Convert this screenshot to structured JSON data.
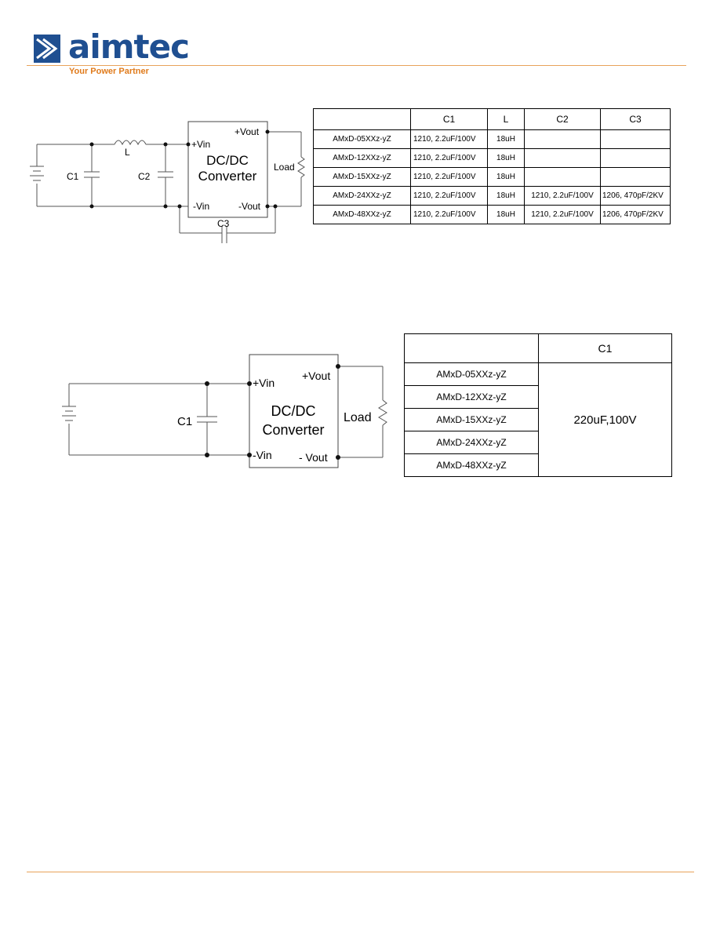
{
  "header": {
    "brand": "aimtec",
    "tagline": "Your Power Partner"
  },
  "colors": {
    "brand_blue": "#1f4f91",
    "accent_orange": "#e07b1c",
    "rule_orange": "#e8a35a"
  },
  "circuit1": {
    "labels": {
      "L": "L",
      "C1": "C1",
      "C2": "C2",
      "C3": "C3",
      "vin_plus": "+Vin",
      "vin_minus": "-Vin",
      "vout_plus": "+Vout",
      "vout_minus": "-Vout",
      "load": "Load",
      "converter_line1": "DC/DC",
      "converter_line2": "Converter"
    }
  },
  "table1": {
    "headers": [
      "",
      "C1",
      "L",
      "C2",
      "C3"
    ],
    "rows": [
      {
        "model": "AMxD-05XXz-yZ",
        "c1": "1210, 2.2uF/100V",
        "l": "18uH",
        "c2": "",
        "c3": ""
      },
      {
        "model": "AMxD-12XXz-yZ",
        "c1": "1210, 2.2uF/100V",
        "l": "18uH",
        "c2": "",
        "c3": ""
      },
      {
        "model": "AMxD-15XXz-yZ",
        "c1": "1210, 2.2uF/100V",
        "l": "18uH",
        "c2": "",
        "c3": ""
      },
      {
        "model": "AMxD-24XXz-yZ",
        "c1": "1210, 2.2uF/100V",
        "l": "18uH",
        "c2": "1210, 2.2uF/100V",
        "c3": "1206, 470pF/2KV"
      },
      {
        "model": "AMxD-48XXz-yZ",
        "c1": "1210, 2.2uF/100V",
        "l": "18uH",
        "c2": "1210, 2.2uF/100V",
        "c3": "1206, 470pF/2KV"
      }
    ]
  },
  "circuit2": {
    "labels": {
      "C1": "C1",
      "vin_plus": "+Vin",
      "vin_minus": "-Vin",
      "vout_plus": "+Vout",
      "vout_minus": "- Vout",
      "load": "Load",
      "converter_line1": "DC/DC",
      "converter_line2": "Converter"
    }
  },
  "table2": {
    "headers": [
      "",
      "C1"
    ],
    "models": [
      "AMxD-05XXz-yZ",
      "AMxD-12XXz-yZ",
      "AMxD-15XXz-yZ",
      "AMxD-24XXz-yZ",
      "AMxD-48XXz-yZ"
    ],
    "value": "220uF,100V"
  }
}
